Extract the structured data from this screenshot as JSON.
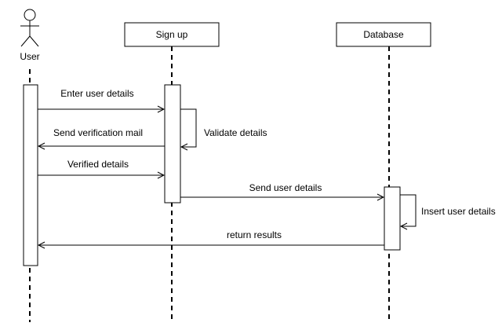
{
  "participants": {
    "user": {
      "label": "User"
    },
    "signup": {
      "label": "Sign up"
    },
    "database": {
      "label": "Database"
    }
  },
  "messages": [
    {
      "label": "Enter user details",
      "from": "user",
      "to": "signup",
      "kind": "sync"
    },
    {
      "label": "Validate details",
      "from": "signup",
      "to": "signup",
      "kind": "self"
    },
    {
      "label": "Send verification mail",
      "from": "signup",
      "to": "user",
      "kind": "sync"
    },
    {
      "label": "Verified details",
      "from": "user",
      "to": "signup",
      "kind": "sync"
    },
    {
      "label": "Send user details",
      "from": "signup",
      "to": "database",
      "kind": "sync"
    },
    {
      "label": "Insert user details",
      "from": "database",
      "to": "database",
      "kind": "self"
    },
    {
      "label": "return results",
      "from": "database",
      "to": "user",
      "kind": "sync"
    }
  ],
  "colors": {
    "stroke": "#000000",
    "fill": "#ffffff"
  }
}
